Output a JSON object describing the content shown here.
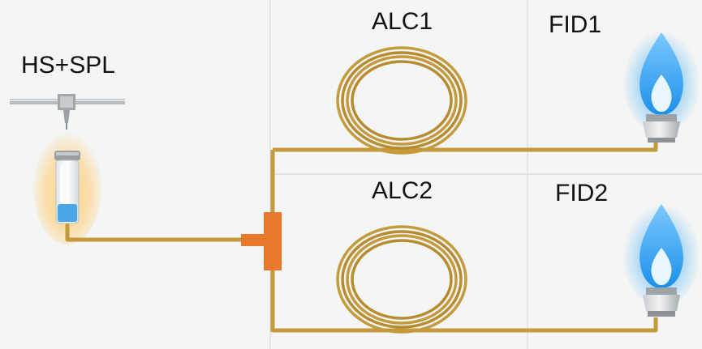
{
  "labels": {
    "sampler": "HS+SPL",
    "column1": "ALC1",
    "column2": "ALC2",
    "detector1": "FID1",
    "detector2": "FID2"
  },
  "colors": {
    "background": "#f4f5f5",
    "tubing": "#c49a3c",
    "splitter": "#e8782a",
    "flame": "#3aa8f0",
    "liquid": "#4aa8e8"
  }
}
